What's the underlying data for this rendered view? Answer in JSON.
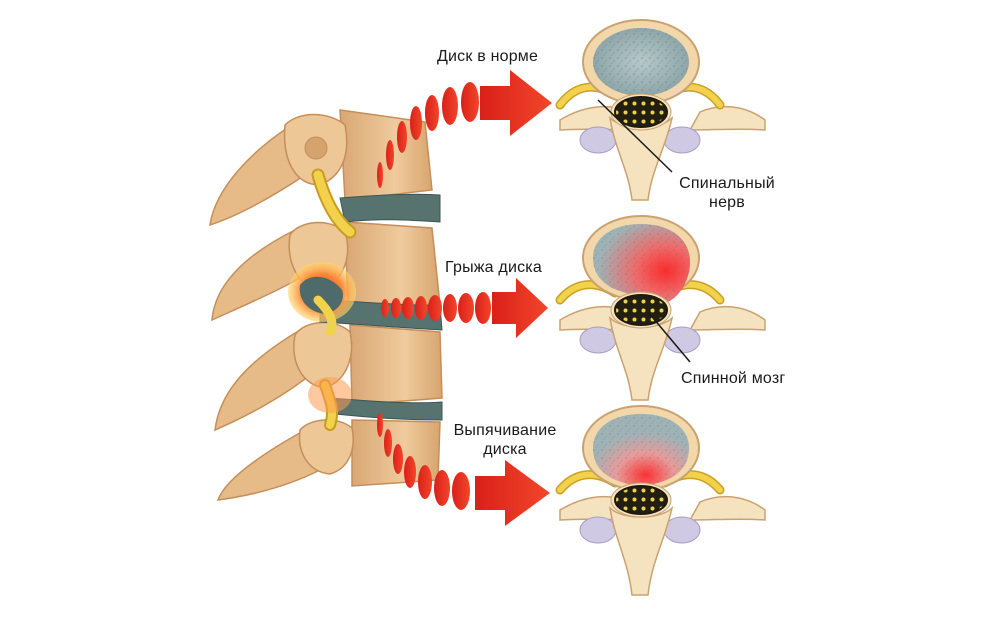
{
  "labels": {
    "normal_disc": "Диск в норме",
    "spinal_nerve_line1": "Спинальный",
    "spinal_nerve_line2": "нерв",
    "herniated_disc": "Грыжа диска",
    "spinal_cord": "Спинной мозг",
    "bulging_disc_line1": "Выпячивание",
    "bulging_disc_line2": "диска"
  },
  "colors": {
    "bone": "#e9c08f",
    "bone_shade": "#c99463",
    "disc": "#4f6e6a",
    "nucleus": "#9db3b5",
    "nerve_yellow": "#f0d040",
    "arrow_red": "#e8321e",
    "cord": "#2a2416",
    "lamina_lavender": "#c9c3df"
  }
}
